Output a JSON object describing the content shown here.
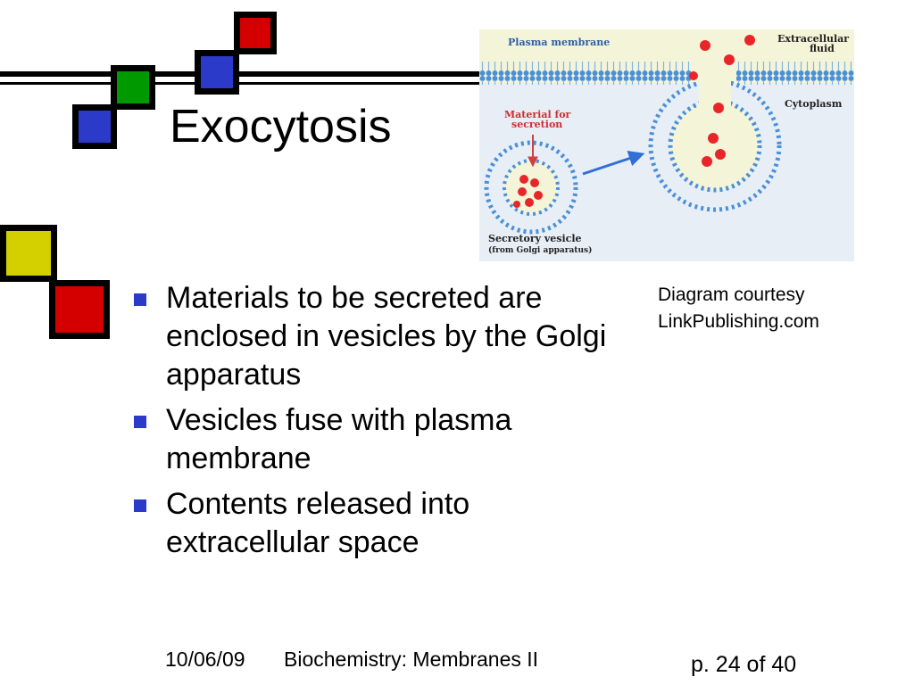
{
  "slide": {
    "title": "Exocytosis",
    "bullets": [
      "Materials to be secreted are enclosed in vesicles by the Golgi apparatus",
      "Vesicles fuse with plasma membrane",
      "Contents released into extracellular space"
    ],
    "credit_line1": "Diagram courtesy",
    "credit_line2": "LinkPublishing.com"
  },
  "diagram": {
    "plasma_membrane": "Plasma membrane",
    "extracellular_line1": "Extracellular",
    "extracellular_line2": "fluid",
    "cytoplasm": "Cytoplasm",
    "material_line1": "Material for",
    "material_line2": "secretion",
    "vesicle_line1": "Secretory vesicle",
    "vesicle_line2": "(from Golgi apparatus)"
  },
  "footer": {
    "date": "10/06/09",
    "course": "Biochemistry: Membranes II",
    "page": "p. 24 of 40"
  },
  "colors": {
    "red": "#d40000",
    "green": "#009a00",
    "blue": "#2b3ac8",
    "yellow": "#d4d000",
    "membrane": "#4a90d9",
    "diagram_bg": "#e8eef6",
    "extracellular_bg": "#f4f4d8"
  }
}
